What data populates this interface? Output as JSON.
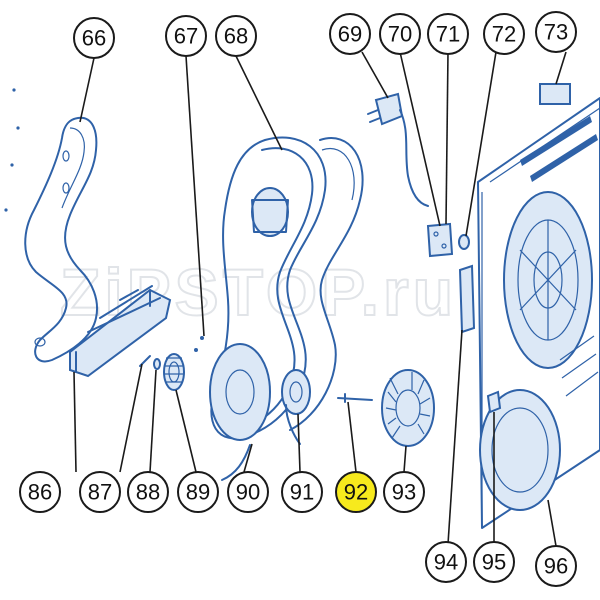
{
  "diagram": {
    "callouts": [
      {
        "id": "66",
        "label": "66",
        "highlighted": false
      },
      {
        "id": "67",
        "label": "67",
        "highlighted": false
      },
      {
        "id": "68",
        "label": "68",
        "highlighted": false
      },
      {
        "id": "69",
        "label": "69",
        "highlighted": false
      },
      {
        "id": "70",
        "label": "70",
        "highlighted": false
      },
      {
        "id": "71",
        "label": "71",
        "highlighted": false
      },
      {
        "id": "72",
        "label": "72",
        "highlighted": false
      },
      {
        "id": "73",
        "label": "73",
        "highlighted": false
      },
      {
        "id": "86",
        "label": "86",
        "highlighted": false
      },
      {
        "id": "87",
        "label": "87",
        "highlighted": false
      },
      {
        "id": "88",
        "label": "88",
        "highlighted": false
      },
      {
        "id": "89",
        "label": "89",
        "highlighted": false
      },
      {
        "id": "90",
        "label": "90",
        "highlighted": false
      },
      {
        "id": "91",
        "label": "91",
        "highlighted": false
      },
      {
        "id": "92",
        "label": "92",
        "highlighted": true
      },
      {
        "id": "93",
        "label": "93",
        "highlighted": false
      },
      {
        "id": "94",
        "label": "94",
        "highlighted": false
      },
      {
        "id": "95",
        "label": "95",
        "highlighted": false
      },
      {
        "id": "96",
        "label": "96",
        "highlighted": false
      }
    ],
    "watermark": "ZiPSTOP.ru",
    "colors": {
      "part_stroke": "#2f62a8",
      "part_fill": "#dce8f6",
      "callout_border": "#1a1a1a",
      "highlight": "#f7ea1d",
      "watermark": "#c9ced6"
    }
  }
}
